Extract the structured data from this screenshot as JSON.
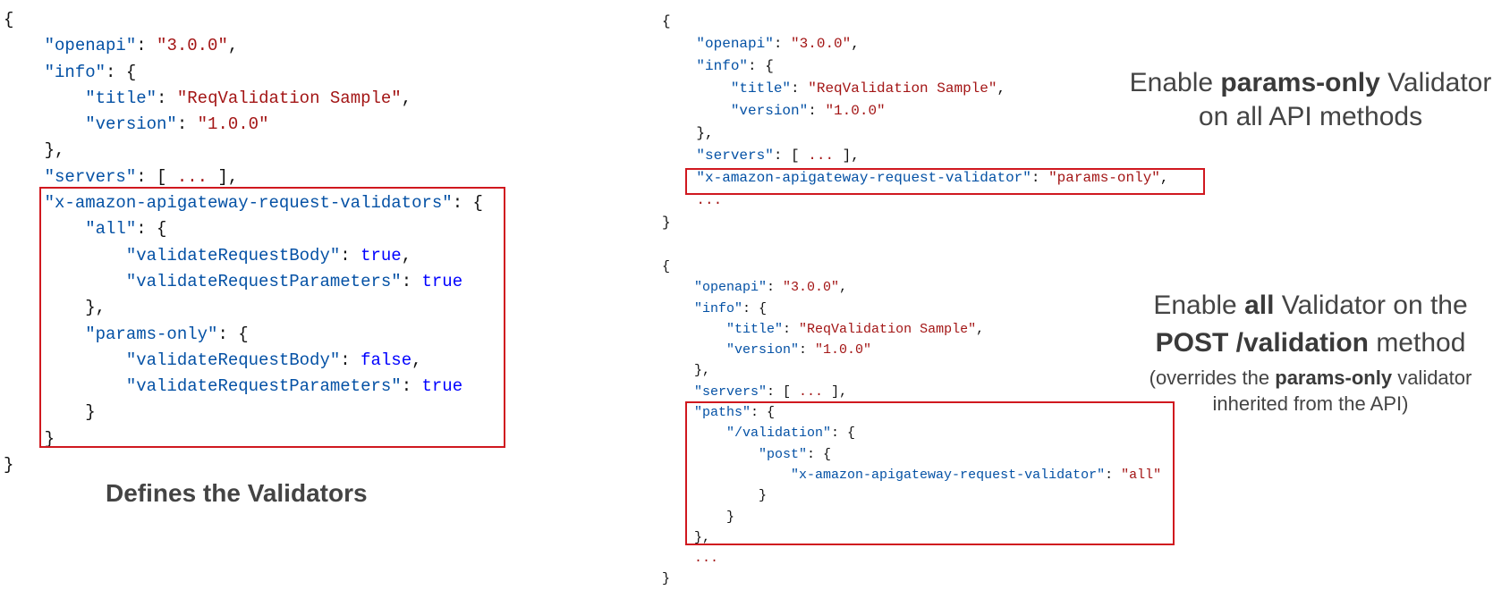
{
  "left_code": {
    "open": "{",
    "openapi_key": "\"openapi\"",
    "openapi_val": "\"3.0.0\"",
    "info_key": "\"info\"",
    "title_key": "\"title\"",
    "title_val": "\"ReqValidation Sample\"",
    "version_key": "\"version\"",
    "version_val": "\"1.0.0\"",
    "info_close": "},",
    "servers_key": "\"servers\"",
    "servers_dots": "...",
    "validators_key": "\"x-amazon-apigateway-request-validators\"",
    "all_key": "\"all\"",
    "body_key": "\"validateRequestBody\"",
    "all_body_val": "true",
    "params_key": "\"validateRequestParameters\"",
    "all_params_val": "true",
    "inner_close_comma": "},",
    "params_only_key": "\"params-only\"",
    "po_body_val": "false",
    "po_params_val": "true",
    "inner_close": "}",
    "validators_close": "}",
    "close": "}"
  },
  "top_right_code": {
    "open": "{",
    "openapi_key": "\"openapi\"",
    "openapi_val": "\"3.0.0\"",
    "info_key": "\"info\"",
    "title_key": "\"title\"",
    "title_val": "\"ReqValidation Sample\"",
    "version_key": "\"version\"",
    "version_val": "\"1.0.0\"",
    "info_close": "},",
    "servers_key": "\"servers\"",
    "servers_dots": "...",
    "validator_key": "\"x-amazon-apigateway-request-validator\"",
    "validator_val": "\"params-only\"",
    "ellipsis": "...",
    "close": "}"
  },
  "bottom_right_code": {
    "open": "{",
    "openapi_key": "\"openapi\"",
    "openapi_val": "\"3.0.0\"",
    "info_key": "\"info\"",
    "title_key": "\"title\"",
    "title_val": "\"ReqValidation Sample\"",
    "version_key": "\"version\"",
    "version_val": "\"1.0.0\"",
    "info_close": "},",
    "servers_key": "\"servers\"",
    "servers_dots": "...",
    "paths_key": "\"paths\"",
    "path_key": "\"/validation\"",
    "post_key": "\"post\"",
    "validator_key": "\"x-amazon-apigateway-request-validator\"",
    "validator_val": "\"all\"",
    "brace_close": "}",
    "paths_close": "},",
    "ellipsis": "...",
    "close": "}"
  },
  "captions": {
    "left": "Defines the Validators",
    "top_right_1": "Enable ",
    "top_right_bold": "params-only",
    "top_right_2": " Validator",
    "top_right_3": "on all API methods",
    "bottom_right_1": "Enable ",
    "bottom_right_bold": "all",
    "bottom_right_2": " Validator on the",
    "bottom_right_bold2": "POST /validation",
    "bottom_right_3": " method",
    "bottom_right_note_1": "(overrides the ",
    "bottom_right_note_bold": "params-only",
    "bottom_right_note_2": " validator",
    "bottom_right_note_3": "inherited from the API)"
  },
  "colors": {
    "key": "#0451a5",
    "string": "#a31515",
    "boolean": "#0000ff",
    "highlight_border": "#d0181f",
    "caption_text": "#444444"
  }
}
